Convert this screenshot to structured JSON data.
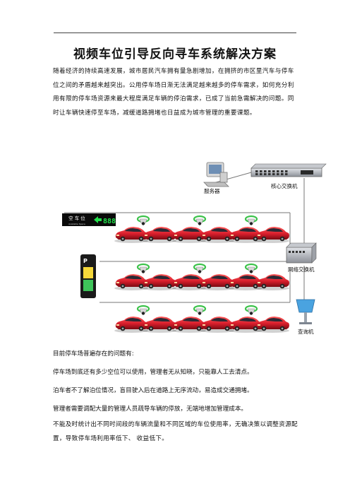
{
  "document": {
    "title": "视频车位引导反向寻车系统解决方案",
    "intro": "随着经济的持续高速发展，城市居民汽车拥有量急剧增加，在拥挤的市区里汽车与停车位之间的矛盾越来越突出。公用停车场日渐无法满足越来越多的停车需求，如何充分利用有限的停车场资源来最大程度满足车辆的停泊需求，已成了当前急需解决的问题。同时让车辆快速停至车场，减缓道路拥堵也日益成为城市管理的重要课题。",
    "problems_heading": "目前停车场普遍存在的问题有:",
    "problems": [
      "停车场到底还有多少空位可以使用，管理者无从知晓，只能靠人工去清点。",
      "泊车者不了解泊位情况，盲目驶入后在道路上无序流动，易造成交通拥堵。",
      "管理者需要调配大量的管理人员疏导车辆的停放，无端地增加管理成本。",
      "不能及时统计出不同时间段的车辆流量和不同区域的车位使用率，无确决策以调整资源配置，导致停车场利用率低下、 收益低下。"
    ]
  },
  "diagram": {
    "server_label": "服务器",
    "core_switch_label": "核心交换机",
    "network_switch_label": "网络交换机",
    "kiosk_label": "查询机",
    "sign_text": "空 车 位",
    "sign_subtext": "Available Space",
    "sign_count": "888",
    "terminal_letter": "P",
    "colors": {
      "car": "#d81e2c",
      "sensor_ring": "#3cc24a",
      "led_green": "#22e04a",
      "line": "#777777"
    }
  }
}
